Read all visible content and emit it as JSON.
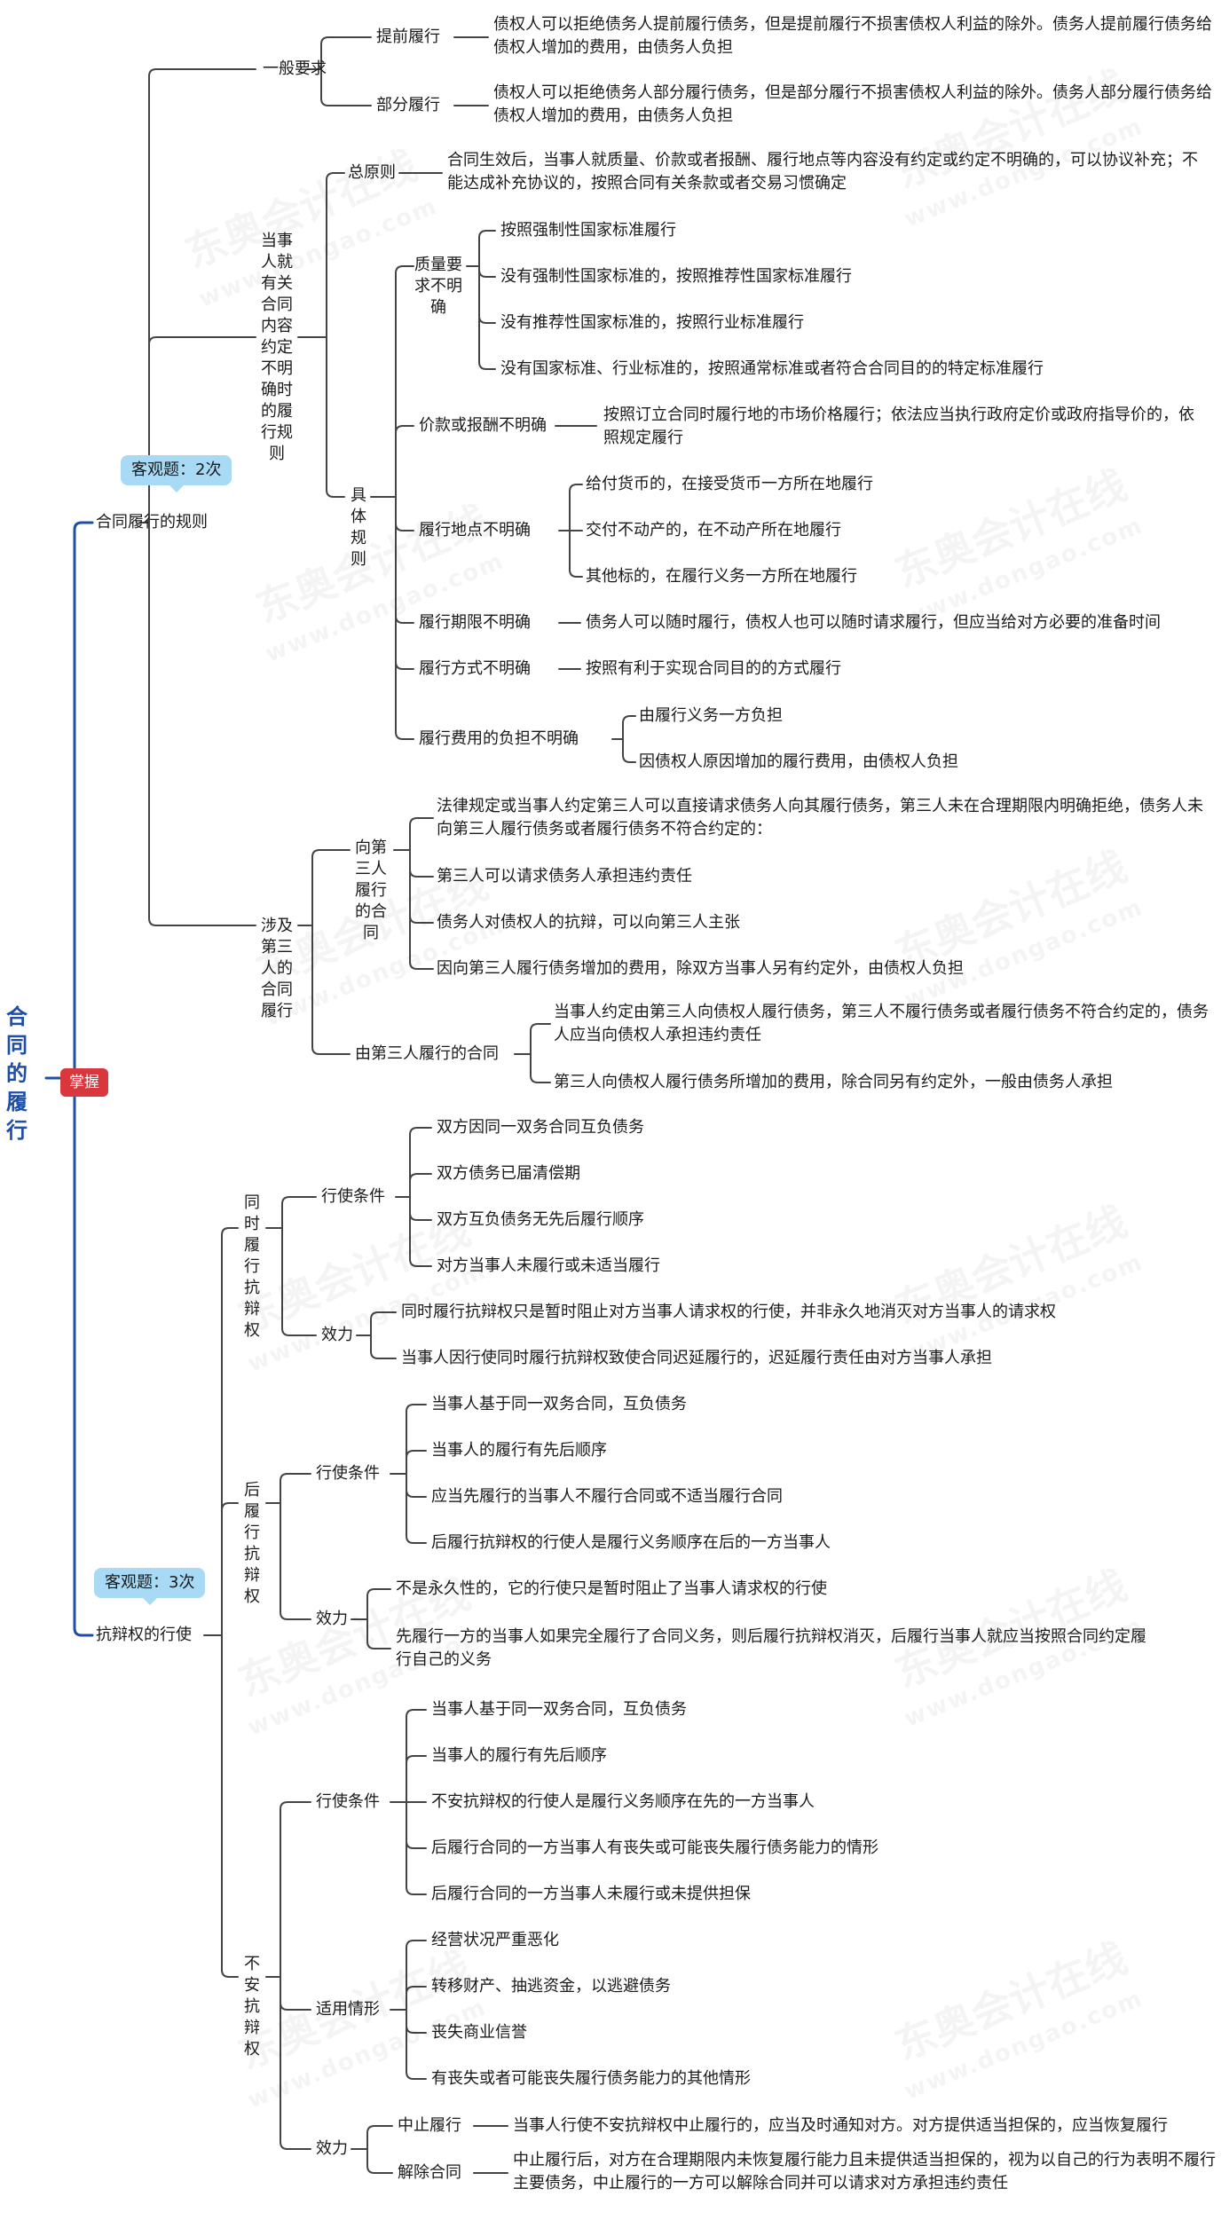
{
  "root": {
    "title": "合同的履行",
    "tag": "掌握"
  },
  "watermark": {
    "brand": "东奥会计在线",
    "url": "www.dongao.com"
  },
  "b1": {
    "label": "合同履行的规则",
    "bubble": "客观题：2次",
    "general": {
      "label": "一般要求",
      "early": {
        "label": "提前履行",
        "text": "债权人可以拒绝债务人提前履行债务，但是提前履行不损害债权人利益的除外。债务人提前履行债务给债权人增加的费用，由债务人负担"
      },
      "partial": {
        "label": "部分履行",
        "text": "债权人可以拒绝债务人部分履行债务，但是部分履行不损害债权人利益的除外。债务人部分履行债务给债权人增加的费用，由债务人负担"
      }
    },
    "unclear": {
      "label": "当事人就有关合同内容约定不明确时的履行规则",
      "principle": {
        "label": "总原则",
        "text": "合同生效后，当事人就质量、价款或者报酬、履行地点等内容没有约定或约定不明确的，可以协议补充；不能达成补充协议的，按照合同有关条款或者交易习惯确定"
      },
      "specific": {
        "label": "具体规则",
        "quality": {
          "label": "质量要求不明确",
          "items": [
            "按照强制性国家标准履行",
            "没有强制性国家标准的，按照推荐性国家标准履行",
            "没有推荐性国家标准的，按照行业标准履行",
            "没有国家标准、行业标准的，按照通常标准或者符合合同目的的特定标准履行"
          ]
        },
        "price": {
          "label": "价款或报酬不明确",
          "text": "按照订立合同时履行地的市场价格履行；依法应当执行政府定价或政府指导价的，依照规定履行"
        },
        "place": {
          "label": "履行地点不明确",
          "items": [
            "给付货币的，在接受货币一方所在地履行",
            "交付不动产的，在不动产所在地履行",
            "其他标的，在履行义务一方所在地履行"
          ]
        },
        "period": {
          "label": "履行期限不明确",
          "text": "债务人可以随时履行，债权人也可以随时请求履行，但应当给对方必要的准备时间"
        },
        "manner": {
          "label": "履行方式不明确",
          "text": "按照有利于实现合同目的的方式履行"
        },
        "cost": {
          "label": "履行费用的负担不明确",
          "items": [
            "由履行义务一方负担",
            "因债权人原因增加的履行费用，由债权人负担"
          ]
        }
      }
    },
    "third": {
      "label": "涉及第三人的合同履行",
      "to": {
        "label": "向第三人履行的合同",
        "items": [
          "法律规定或当事人约定第三人可以直接请求债务人向其履行债务，第三人未在合理期限内明确拒绝，债务人未向第三人履行债务或者履行债务不符合约定的：",
          "第三人可以请求债务人承担违约责任",
          "债务人对债权人的抗辩，可以向第三人主张",
          "因向第三人履行债务增加的费用，除双方当事人另有约定外，由债权人负担"
        ]
      },
      "by": {
        "label": "由第三人履行的合同",
        "items": [
          "当事人约定由第三人向债权人履行债务，第三人不履行债务或者履行债务不符合约定的，债务人应当向债权人承担违约责任",
          "第三人向债权人履行债务所增加的费用，除合同另有约定外，一般由债务人承担"
        ]
      }
    }
  },
  "b2": {
    "label": "抗辩权的行使",
    "bubble": "客观题：3次",
    "simul": {
      "label": "同时履行抗辩权",
      "cond_label": "行使条件",
      "conds": [
        "双方因同一双务合同互负债务",
        "双方债务已届清偿期",
        "双方互负债务无先后履行顺序",
        "对方当事人未履行或未适当履行"
      ],
      "eff_label": "效力",
      "effs": [
        "同时履行抗辩权只是暂时阻止对方当事人请求权的行使，并非永久地消灭对方当事人的请求权",
        "当事人因行使同时履行抗辩权致使合同迟延履行的，迟延履行责任由对方当事人承担"
      ]
    },
    "later": {
      "label": "后履行抗辩权",
      "cond_label": "行使条件",
      "conds": [
        "当事人基于同一双务合同，互负债务",
        "当事人的履行有先后顺序",
        "应当先履行的当事人不履行合同或不适当履行合同",
        "后履行抗辩权的行使人是履行义务顺序在后的一方当事人"
      ],
      "eff_label": "效力",
      "effs": [
        "不是永久性的，它的行使只是暂时阻止了当事人请求权的行使",
        "先履行一方的当事人如果完全履行了合同义务，则后履行抗辩权消灭，后履行当事人就应当按照合同约定履行自己的义务"
      ]
    },
    "insecure": {
      "label": "不安抗辩权",
      "cond_label": "行使条件",
      "conds": [
        "当事人基于同一双务合同，互负债务",
        "当事人的履行有先后顺序",
        "不安抗辩权的行使人是履行义务顺序在先的一方当事人",
        "后履行合同的一方当事人有丧失或可能丧失履行债务能力的情形",
        "后履行合同的一方当事人未履行或未提供担保"
      ],
      "case_label": "适用情形",
      "cases": [
        "经营状况严重恶化",
        "转移财产、抽逃资金，以逃避债务",
        "丧失商业信誉",
        "有丧失或者可能丧失履行债务能力的其他情形"
      ],
      "eff_label": "效力",
      "suspend": {
        "label": "中止履行",
        "text": "当事人行使不安抗辩权中止履行的，应当及时通知对方。对方提供适当担保的，应当恢复履行"
      },
      "rescind": {
        "label": "解除合同",
        "text": "中止履行后，对方在合理期限内未恢复履行能力且未提供适当担保的，视为以自己的行为表明不履行主要债务，中止履行的一方可以解除合同并可以请求对方承担违约责任"
      }
    }
  }
}
